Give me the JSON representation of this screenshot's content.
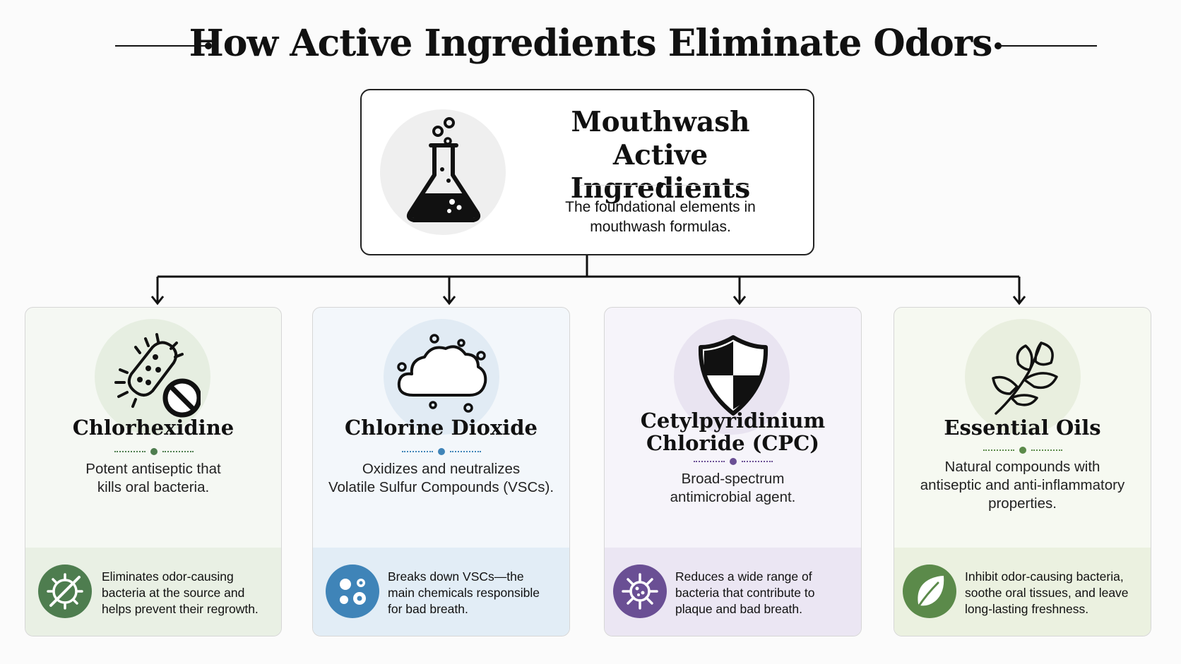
{
  "page": {
    "title": "How Active Ingredients Eliminate Odors"
  },
  "top": {
    "title_line1": "Mouthwash",
    "title_line2": "Active Ingredients",
    "description_line1": "The foundational elements in",
    "description_line2": "mouthwash formulas.",
    "icon": "flask-icon"
  },
  "cards": [
    {
      "title_line1": "Chlorhexidine",
      "title_line2": "",
      "desc_line1": "Potent antiseptic that",
      "desc_line2": "kills oral bacteria.",
      "desc_line3": "",
      "benefit_line1": "Eliminates odor-causing",
      "benefit_line2": "bacteria at the source and",
      "benefit_line3": "helps prevent their regrowth.",
      "icon": "bacteria-blocked-icon",
      "badge_icon": "no-bacteria-icon",
      "accent": "#4e7d4f",
      "card_bg": "#f5f8f3",
      "bottom_bg": "#e9f0e4",
      "circle_bg": "#e6eee1"
    },
    {
      "title_line1": "Chlorine Dioxide",
      "title_line2": "",
      "desc_line1": "Oxidizes and neutralizes",
      "desc_line2": "Volatile Sulfur Compounds (VSCs).",
      "desc_line3": "",
      "benefit_line1": "Breaks down VSCs—the",
      "benefit_line2": "main chemicals responsible",
      "benefit_line3": "for bad breath.",
      "icon": "cloud-bubbles-icon",
      "badge_icon": "molecules-icon",
      "accent": "#3f84b8",
      "card_bg": "#f3f7fb",
      "bottom_bg": "#e2edf6",
      "circle_bg": "#e1ebf4"
    },
    {
      "title_line1": "Cetylpyridinium",
      "title_line2": "Chloride (CPC)",
      "desc_line1": "Broad-spectrum",
      "desc_line2": "antimicrobial agent.",
      "desc_line3": "",
      "benefit_line1": "Reduces a wide range of",
      "benefit_line2": "bacteria that contribute to",
      "benefit_line3": "plaque and bad breath.",
      "icon": "shield-icon",
      "badge_icon": "virus-icon",
      "accent": "#6a4f94",
      "card_bg": "#f6f4fa",
      "bottom_bg": "#ebe6f3",
      "circle_bg": "#e9e4f1"
    },
    {
      "title_line1": "Essential Oils",
      "title_line2": "",
      "desc_line1": "Natural compounds with",
      "desc_line2": "antiseptic and anti-inflammatory",
      "desc_line3": "properties.",
      "benefit_line1": "Inhibit odor-causing bacteria,",
      "benefit_line2": "soothe oral tissues, and leave",
      "benefit_line3": "long-lasting freshness.",
      "icon": "leaves-icon",
      "badge_icon": "leaf-icon",
      "accent": "#5b8a4a",
      "card_bg": "#f6f9f1",
      "bottom_bg": "#ebf1e0",
      "circle_bg": "#e9efdf"
    }
  ]
}
